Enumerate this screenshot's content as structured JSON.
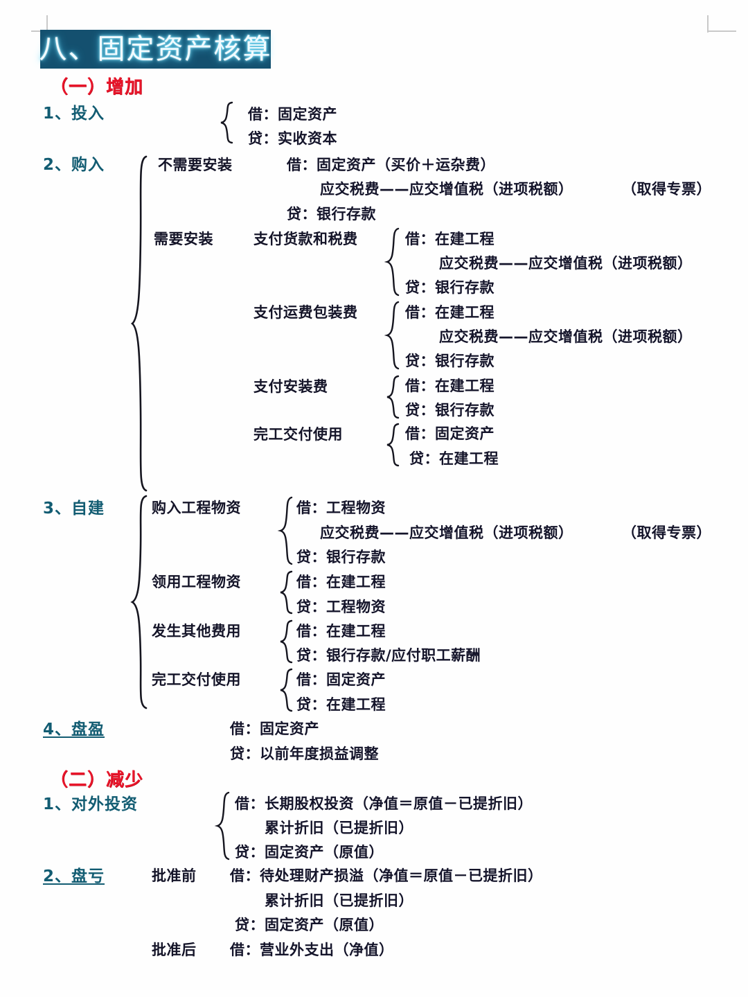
{
  "page": {
    "title": "八、固定资产核算",
    "crop_marks": [
      "top-left",
      "top-right"
    ]
  },
  "colors": {
    "title_bg": "#14506f",
    "title_text": "#f2fbff",
    "title_glow": "#7fe6ff",
    "section_red": "#e8152a",
    "section_teal": "#125c72",
    "body_text": "#141428",
    "crop_mark": "#c9c9c9"
  },
  "sections": [
    {
      "heading": "（一）增加",
      "color": "red",
      "items": [
        {
          "num": "1、投入",
          "groups": [
            {
              "label": "",
              "lines": [
                "借：固定资产",
                "贷：实收资本"
              ]
            }
          ]
        },
        {
          "num": "2、购入",
          "groups": [
            {
              "label": "不需要安装",
              "lines": [
                "借：固定资产（买价＋运杂费）",
                "应交税费——应交增值税（进项税额）",
                "贷：银行存款"
              ],
              "note": "（取得专票）"
            },
            {
              "label": "需要安装",
              "sublabel": "支付货款和税费",
              "lines": [
                "借：在建工程",
                "应交税费——应交增值税（进项税额）",
                "贷：银行存款"
              ]
            },
            {
              "label": "",
              "sublabel": "支付运费包装费",
              "lines": [
                "借：在建工程",
                "应交税费——应交增值税（进项税额）",
                "贷：银行存款"
              ]
            },
            {
              "label": "",
              "sublabel": "支付安装费",
              "lines": [
                "借：在建工程",
                "贷：银行存款"
              ]
            },
            {
              "label": "",
              "sublabel": "完工交付使用",
              "lines": [
                "借：固定资产",
                "贷：在建工程"
              ]
            }
          ]
        },
        {
          "num": "3、自建",
          "groups": [
            {
              "label": "购入工程物资",
              "lines": [
                "借：工程物资",
                "应交税费——应交增值税（进项税额）",
                "贷：银行存款"
              ],
              "note": "（取得专票）"
            },
            {
              "label": "领用工程物资",
              "lines": [
                "借：在建工程",
                "贷：工程物资"
              ]
            },
            {
              "label": "发生其他费用",
              "lines": [
                "借：在建工程",
                "贷：银行存款/应付职工薪酬"
              ]
            },
            {
              "label": "完工交付使用",
              "lines": [
                "借：固定资产",
                "贷：在建工程"
              ]
            }
          ]
        },
        {
          "num": "4、盘盈",
          "groups": [
            {
              "label": "",
              "lines": [
                "借：固定资产",
                "贷：以前年度损益调整"
              ]
            }
          ]
        }
      ]
    },
    {
      "heading": "（二）减少",
      "color": "red",
      "items": [
        {
          "num": "1、对外投资",
          "groups": [
            {
              "label": "",
              "lines": [
                "借：长期股权投资（净值＝原值－已提折旧）",
                "累计折旧（已提折旧）",
                "贷：固定资产（原值）"
              ]
            }
          ]
        },
        {
          "num": "2、盘亏",
          "groups": [
            {
              "label": "批准前",
              "lines": [
                "借：待处理财产损溢（净值＝原值－已提折旧）",
                "累计折旧（已提折旧）",
                "贷：固定资产（原值）"
              ]
            },
            {
              "label": "批准后",
              "lines": [
                "借：营业外支出（净值）"
              ]
            }
          ]
        }
      ]
    }
  ],
  "text": {
    "t_title": "八、固定资产核算",
    "t_h1": "（一）增加",
    "t_h2": "（二）减少",
    "n1": "1、投入",
    "n2": "2、购入",
    "n3": "3、自建",
    "n4": "4、盘盈",
    "m1": "1、对外投资",
    "m2": "2、盘亏",
    "g_no_install": "不需要安装",
    "g_need_install": "需要安装",
    "g_pay_goods": "支付货款和税费",
    "g_pay_freight": "支付运费包装费",
    "g_pay_install": "支付安装费",
    "g_complete": "完工交付使用",
    "g_buy_material": "购入工程物资",
    "g_use_material": "领用工程物资",
    "g_other_cost": "发生其他费用",
    "g_complete2": "完工交付使用",
    "g_before": "批准前",
    "g_after": "批准后",
    "e_debit_fa": "借：固定资产",
    "e_credit_paidin": "贷：实收资本",
    "e_debit_fa_price": "借：固定资产（买价＋运杂费）",
    "e_tax_vat": "应交税费——应交增值税（进项税额）",
    "e_credit_bank": "贷：银行存款",
    "e_note_invoice": "（取得专票）",
    "e_debit_cip": "借：在建工程",
    "e_credit_cip": "贷：在建工程",
    "e_debit_material": "借：工程物资",
    "e_credit_material": "贷：工程物资",
    "e_credit_bank_salary": "贷：银行存款/应付职工薪酬",
    "e_credit_prior": "贷：以前年度损益调整",
    "e_debit_lti": "借：长期股权投资（净值＝原值－已提折旧）",
    "e_accum_dep": "累计折旧（已提折旧）",
    "e_credit_fa_orig": "贷：固定资产（原值）",
    "e_debit_pending": "借：待处理财产损溢（净值＝原值－已提折旧）",
    "e_debit_nonop": "借：营业外支出（净值）"
  }
}
